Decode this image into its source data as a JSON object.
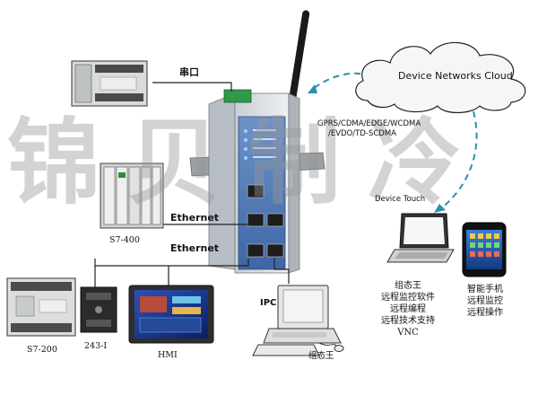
{
  "cloud": {
    "label": "Device Networks Cloud"
  },
  "network_types": {
    "line1": "GPRS/CDMA/EDGE/WCDMA",
    "line2": "/EVDO/TD-SCDMA"
  },
  "serial_label": "串口",
  "ethernet_labels": [
    "Ethernet",
    "Ethernet"
  ],
  "device_touch_label": "Device Touch",
  "devices": {
    "s7_400": "S7-400",
    "s7_200": "S7-200",
    "module_243": "243-I",
    "hmi": "HMI",
    "ipc": "IPC",
    "zutaiwang": "组态王"
  },
  "laptop_caption": [
    "组态王",
    "远程监控软件",
    "远程编程",
    "远程技术支持",
    "VNC"
  ],
  "phone_caption": [
    "智能手机",
    "远程监控",
    "远程操作"
  ],
  "watermark": "锦贝制冷",
  "colors": {
    "gateway_body": "#d7dbe1",
    "gateway_panel": "#5a7fb8",
    "dashed_link": "#2c8fb0",
    "wire": "#222222"
  }
}
